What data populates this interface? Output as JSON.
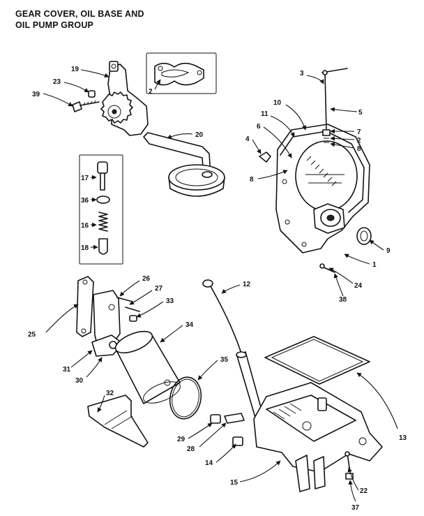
{
  "title": {
    "line1": "GEAR COVER, OIL BASE AND",
    "line2": "OIL PUMP GROUP"
  },
  "callouts": [
    {
      "id": "c1",
      "text": "1"
    },
    {
      "id": "c2a",
      "text": "2"
    },
    {
      "id": "c2b",
      "text": "2"
    },
    {
      "id": "c3",
      "text": "3"
    },
    {
      "id": "c4",
      "text": "4"
    },
    {
      "id": "c5",
      "text": "5"
    },
    {
      "id": "c6",
      "text": "6"
    },
    {
      "id": "c7",
      "text": "7"
    },
    {
      "id": "c8a",
      "text": "8"
    },
    {
      "id": "c8b",
      "text": "8"
    },
    {
      "id": "c9",
      "text": "9"
    },
    {
      "id": "c10",
      "text": "10"
    },
    {
      "id": "c11",
      "text": "11"
    },
    {
      "id": "c12",
      "text": "12"
    },
    {
      "id": "c13",
      "text": "13"
    },
    {
      "id": "c14",
      "text": "14"
    },
    {
      "id": "c15",
      "text": "15"
    },
    {
      "id": "c16",
      "text": "16"
    },
    {
      "id": "c17",
      "text": "17"
    },
    {
      "id": "c18",
      "text": "18"
    },
    {
      "id": "c19",
      "text": "19"
    },
    {
      "id": "c20",
      "text": "20"
    },
    {
      "id": "c22",
      "text": "22"
    },
    {
      "id": "c23",
      "text": "23"
    },
    {
      "id": "c24",
      "text": "24"
    },
    {
      "id": "c25",
      "text": "25"
    },
    {
      "id": "c26",
      "text": "26"
    },
    {
      "id": "c27",
      "text": "27"
    },
    {
      "id": "c28",
      "text": "28"
    },
    {
      "id": "c29",
      "text": "29"
    },
    {
      "id": "c30",
      "text": "30"
    },
    {
      "id": "c31",
      "text": "31"
    },
    {
      "id": "c32",
      "text": "32"
    },
    {
      "id": "c33",
      "text": "33"
    },
    {
      "id": "c34",
      "text": "34"
    },
    {
      "id": "c35",
      "text": "35"
    },
    {
      "id": "c36",
      "text": "36"
    },
    {
      "id": "c37",
      "text": "37"
    },
    {
      "id": "c38",
      "text": "38"
    },
    {
      "id": "c39",
      "text": "39"
    }
  ]
}
